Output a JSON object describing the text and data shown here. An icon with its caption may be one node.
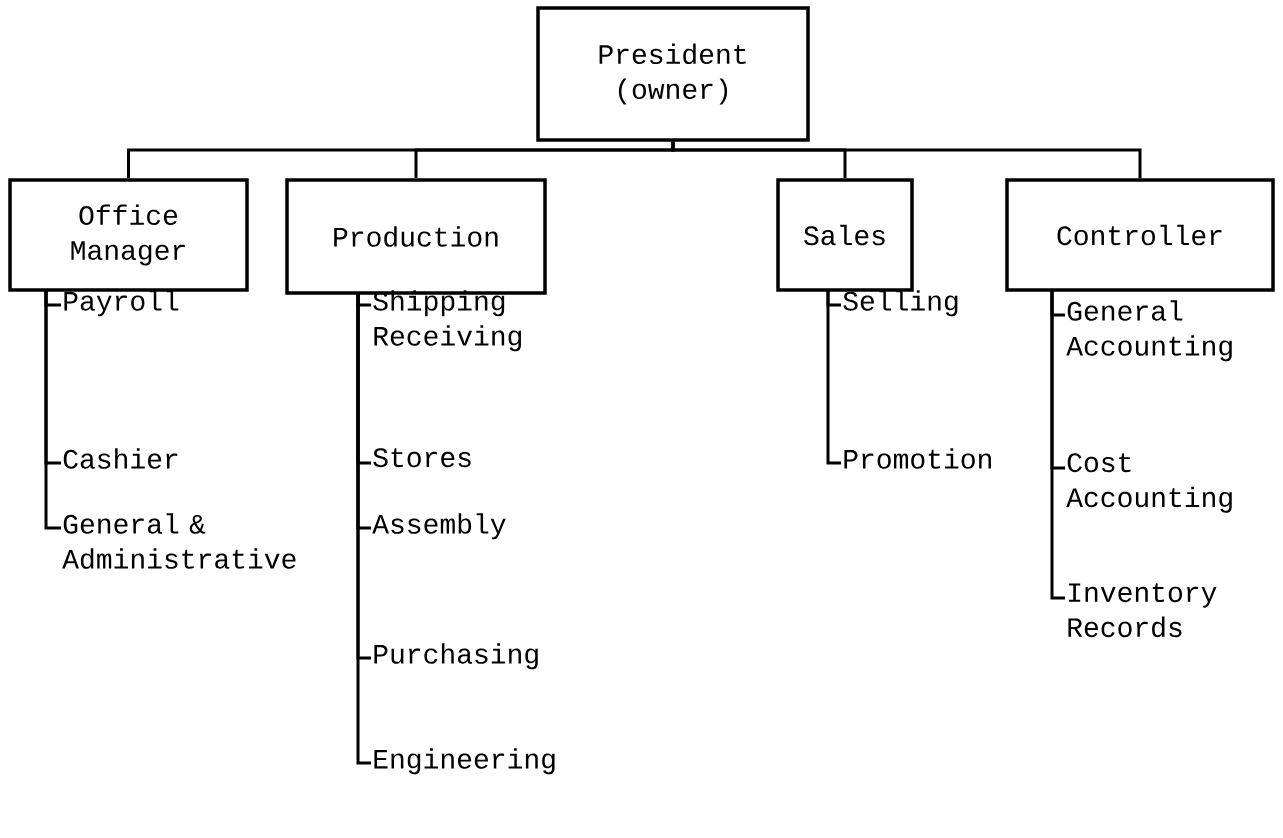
{
  "diagram": {
    "nodes": [
      {
        "text": [
          "President (owner)"
        ]
      },
      {
        "text": [
          "Office Manager"
        ]
      },
      {
        "text": [
          "Production"
        ]
      },
      {
        "text": [
          "Sales"
        ]
      },
      {
        "text": [
          "Controller"
        ]
      },
      {
        "text": [
          "Payroll"
        ]
      },
      {
        "text": [
          "Cashier"
        ]
      },
      {
        "text": [
          "General & Administrative"
        ]
      },
      {
        "text": [
          "Shipping Receiving"
        ]
      },
      {
        "text": [
          "Stores"
        ]
      },
      {
        "text": [
          "Assembly"
        ]
      },
      {
        "text": [
          "Purchasing"
        ]
      },
      {
        "text": [
          "Engineering"
        ]
      },
      {
        "text": [
          "Selling"
        ]
      },
      {
        "text": [
          "Promotion"
        ]
      },
      {
        "text": [
          "General Accounting"
        ]
      },
      {
        "text": [
          "Cost Accounting"
        ]
      },
      {
        "text": [
          "Inventory Records"
        ]
      }
    ],
    "edges": [
      {
        "from": 0,
        "to": 1,
        "arrow": "none"
      },
      {
        "from": 0,
        "to": 2,
        "arrow": "none"
      },
      {
        "from": 0,
        "to": 3,
        "arrow": "none"
      },
      {
        "from": 0,
        "to": 4,
        "arrow": "none"
      },
      {
        "from": 1,
        "to": 5,
        "arrow": "none"
      },
      {
        "from": 1,
        "to": 6,
        "arrow": "none"
      },
      {
        "from": 1,
        "to": 7,
        "arrow": "none"
      },
      {
        "from": 2,
        "to": 8,
        "arrow": "none"
      },
      {
        "from": 2,
        "to": 9,
        "arrow": "none"
      },
      {
        "from": 2,
        "to": 10,
        "arrow": "none"
      },
      {
        "from": 2,
        "to": 11,
        "arrow": "none"
      },
      {
        "from": 2,
        "to": 12,
        "arrow": "none"
      },
      {
        "from": 3,
        "to": 13,
        "arrow": "none"
      },
      {
        "from": 3,
        "to": 14,
        "arrow": "none"
      },
      {
        "from": 4,
        "to": 15,
        "arrow": "none"
      },
      {
        "from": 4,
        "to": 16,
        "arrow": "none"
      },
      {
        "from": 4,
        "to": 17,
        "arrow": "none"
      }
    ]
  }
}
